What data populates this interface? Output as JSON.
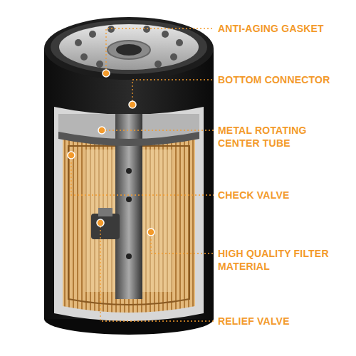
{
  "diagram": {
    "labels": [
      "ANTI-AGING GASKET",
      "BOTTOM CONNECTOR",
      "METAL ROTATING CENTER TUBE",
      "CHECK VALVE",
      "HIGH QUALITY FILTER MATERIAL",
      "RELIEF VALVE"
    ]
  }
}
